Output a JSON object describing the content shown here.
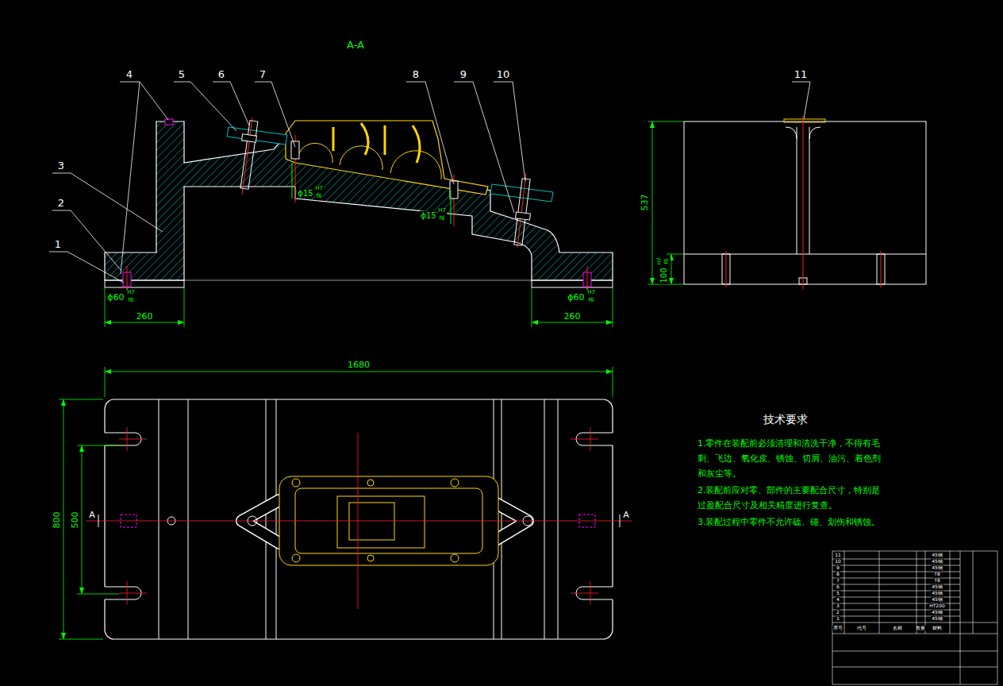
{
  "diagram": {
    "labels": [
      "A-A",
      "4",
      "5",
      "6",
      "7",
      "8",
      "9",
      "10",
      "11",
      "3",
      "2",
      "1",
      "ϕ60",
      "H7",
      "f6",
      "ϕ60",
      "H7",
      "f6",
      "ϕ15",
      "H7",
      "f6",
      "ϕ15",
      "H7",
      "f6",
      "260",
      "260",
      "1680",
      "800",
      "500",
      "537",
      "100",
      "H7",
      "f6",
      "A",
      "A",
      "技术要求",
      "1.零件在装配前必须清理和清洗干净，不得有毛刺、飞边、氧化皮、锈蚀、切屑、油污、着色剂和灰尘等。",
      "2.装配前应对零、部件的主要配合尺寸，特别是过盈配合尺寸及相关精度进行复查。",
      "3.装配过程中零件不允许磕、碰、划伤和锈蚀。",
      "序号",
      "代号",
      "名称",
      "数量",
      "材料",
      "11",
      "10",
      "9",
      "8",
      "7",
      "6",
      "5",
      "4",
      "3",
      "2",
      "1",
      "45钢",
      "45钢",
      "45钢",
      "T8",
      "T8",
      "45钢",
      "45钢",
      "45钢",
      "HT200",
      "45钢",
      "45钢"
    ]
  }
}
